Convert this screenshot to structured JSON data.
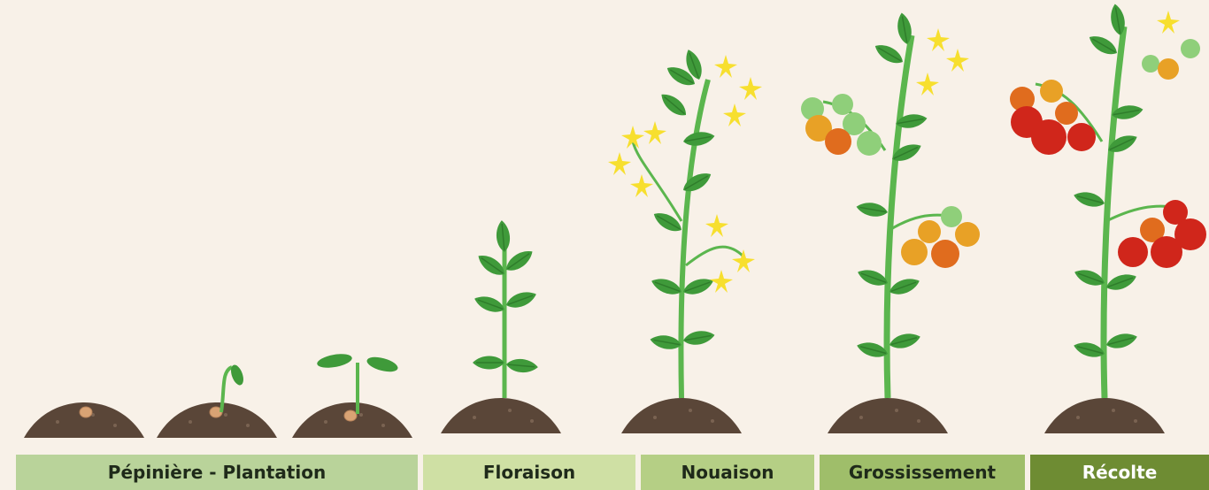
{
  "stages": [
    {
      "label": "Pépinière - Plantation",
      "color": "#b9d39a"
    },
    {
      "label": "Floraison",
      "color": "#cfe0a4"
    },
    {
      "label": "Nouaison",
      "color": "#b5cf85"
    },
    {
      "label": "Grossissement",
      "color": "#9fbe6a"
    },
    {
      "label": "Récolte",
      "color": "#6e8c33"
    }
  ],
  "colors": {
    "background": "#f8f1e8",
    "soil": "#5a4638",
    "seed": "#d9a374",
    "leaf": "#3f9a3a",
    "stem": "#5bb64e",
    "flower": "#f7df2e",
    "tomato_green": "#8fcf7a",
    "tomato_orange": "#e8a126",
    "tomato_red": "#d0261b"
  }
}
